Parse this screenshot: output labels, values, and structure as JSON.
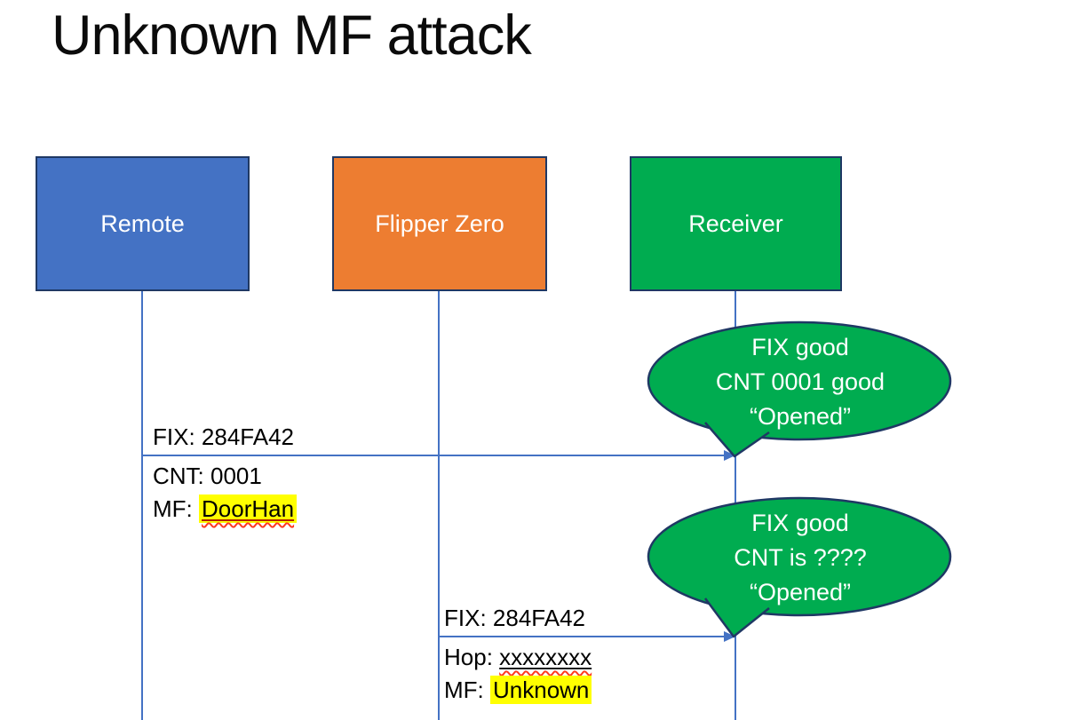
{
  "title": "Unknown MF attack",
  "actors": [
    {
      "id": "remote",
      "label": "Remote"
    },
    {
      "id": "flipper",
      "label": "Flipper Zero"
    },
    {
      "id": "receiver",
      "label": "Receiver"
    }
  ],
  "messages": [
    {
      "from": "Remote",
      "to": "Receiver",
      "above": "FIX: 284FA42",
      "below": [
        {
          "prefix": "CNT: ",
          "value": "0001"
        },
        {
          "prefix": "MF: ",
          "value": "DoorHan",
          "highlight": true,
          "underlined": true,
          "spellcheck_squiggle": true
        }
      ]
    },
    {
      "from": "Flipper Zero",
      "to": "Receiver",
      "above": "FIX: 284FA42",
      "below": [
        {
          "prefix": "Hop: ",
          "value": "xxxxxxxx",
          "underlined": true,
          "spellcheck_squiggle": true
        },
        {
          "prefix": "MF: ",
          "value": "Unknown",
          "highlight": true
        }
      ]
    }
  ],
  "callouts": [
    {
      "line1": "FIX good",
      "line2": "CNT 0001 good",
      "line3": "“Opened”"
    },
    {
      "line1": "FIX good",
      "line2": "CNT is ????",
      "line3": "“Opened”"
    }
  ],
  "colors": {
    "blue": "#4472C4",
    "orange": "#ED7D31",
    "green": "#00AC50",
    "navy": "#1F3864",
    "line": "#4472C4",
    "hl": "#FFFF00",
    "wavy": "#FF3B1F"
  }
}
